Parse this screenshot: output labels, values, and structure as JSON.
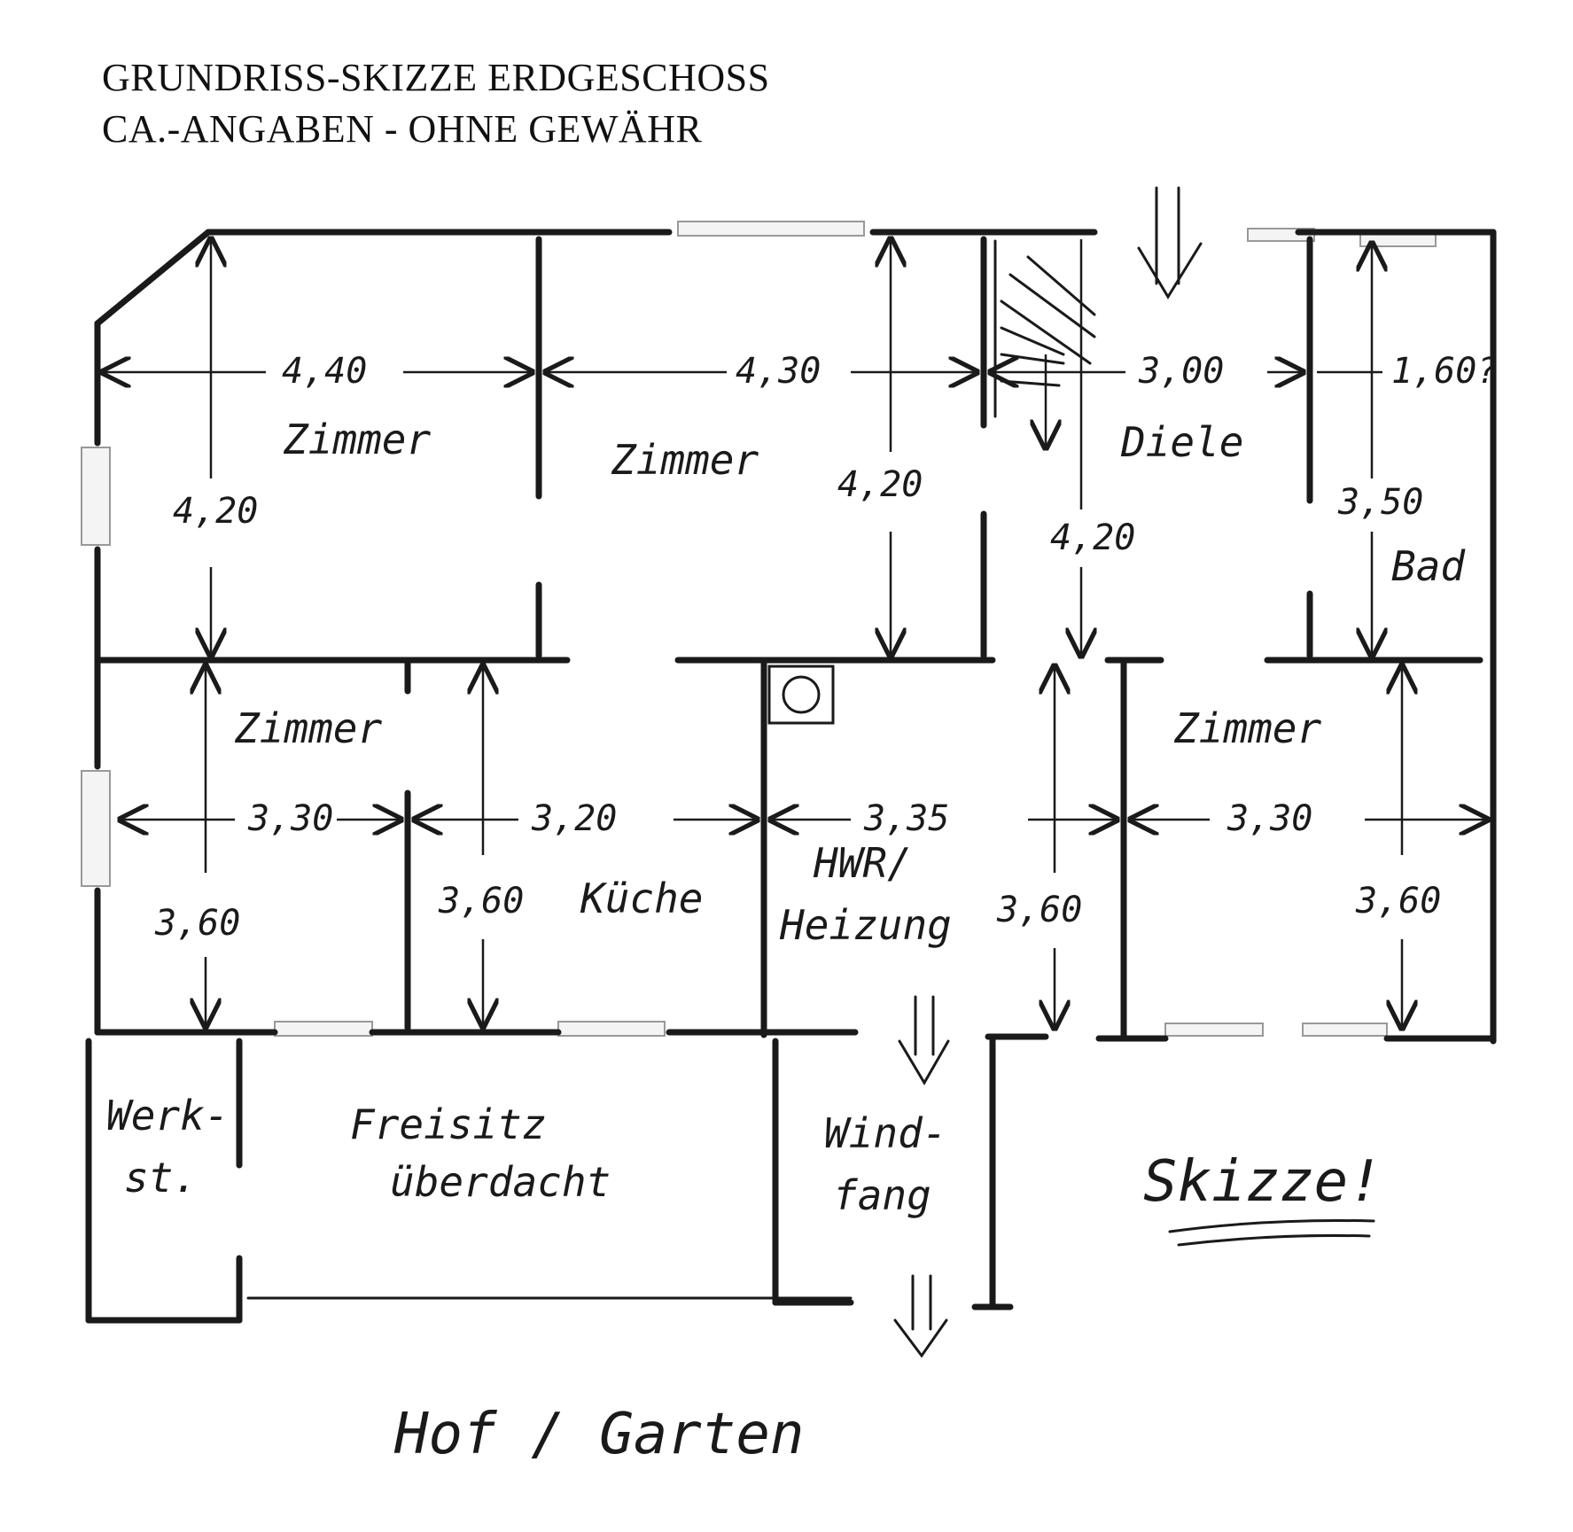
{
  "header": {
    "title": "GRUNDRISS-SKIZZE ERDGESCHOSS",
    "subtitle": "CA.-ANGABEN - OHNE GEWÄHR"
  },
  "rooms": {
    "zimmer_1": "Zimmer",
    "zimmer_2": "Zimmer",
    "diele": "Diele",
    "bad": "Bad",
    "zimmer_3": "Zimmer",
    "kueche": "Küche",
    "hwr_1": "HWR/",
    "hwr_2": "Heizung",
    "zimmer_4": "Zimmer",
    "werkst_1": "Werk-",
    "werkst_2": "st.",
    "freisitz_1": "Freisitz",
    "freisitz_2": "überdacht",
    "windfang_1": "Wind-",
    "windfang_2": "fang"
  },
  "dimensions": {
    "d_440": "4,40",
    "d_430": "4,30",
    "d_300": "3,00",
    "d_160": "1,60?",
    "d_420_a": "4,20",
    "d_420_b": "4,20",
    "d_420_c": "4,20",
    "d_350": "3,50",
    "d_330_a": "3,30",
    "d_320": "3,20",
    "d_335": "3,35",
    "d_330_b": "3,30",
    "d_360_a": "3,60",
    "d_360_b": "3,60",
    "d_360_c": "3,60",
    "d_360_d": "3,60"
  },
  "outside": {
    "hof_garten": "Hof / Garten",
    "skizze": "Skizze!"
  }
}
